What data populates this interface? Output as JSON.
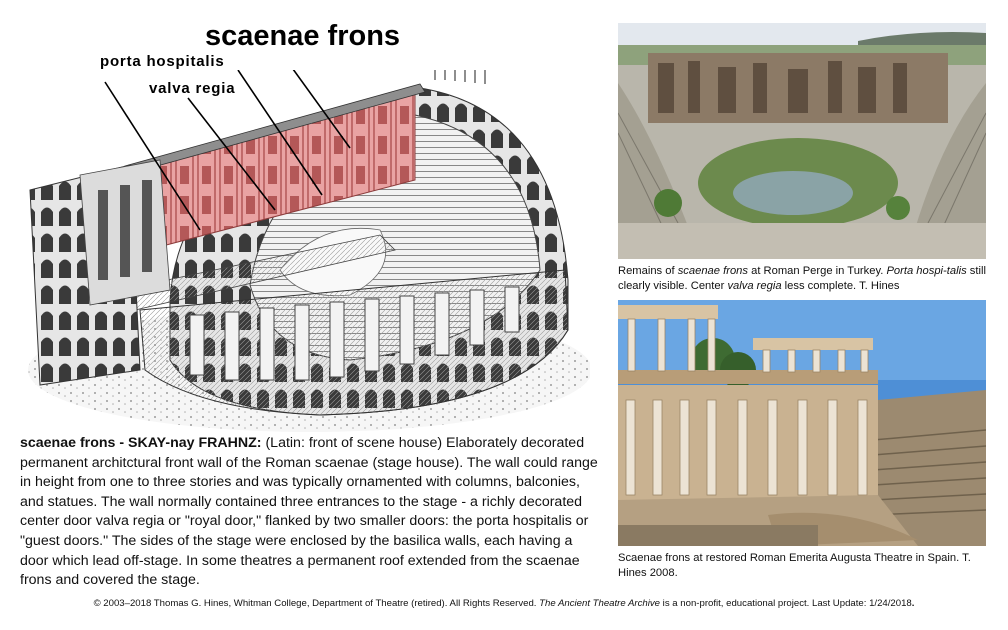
{
  "labels": {
    "main": "scaenae frons",
    "porta": "porta hospitalis",
    "valva": "valva regia"
  },
  "description": {
    "term": "scaenae frons - SKAY-nay FRAHNZ:",
    "body": " (Latin: front of scene house) Elaborately decorated permanent architctural front wall of the Roman scaenae (stage house). The wall could range in height from one to three stories and was typically ornamented with columns, balconies, and statues. The wall normally contained three entrances to the stage - a richly decorated center door valva regia or \"royal door,\" flanked by two smaller doors: the porta hospitalis or \"guest doors.\" The sides of the stage were enclosed by the basilica walls, each having a door which lead off-stage. In some theatres a permanent roof extended from the scaenae frons and covered the stage."
  },
  "captions": {
    "perge": {
      "t1": "Remains of ",
      "i1": "scaenae frons",
      "t2": " at Roman Perge in Turkey. ",
      "i2": "Porta hospi-talis",
      "t3": " still clearly visible. Center ",
      "i3": "valva regia",
      "t4": " less complete. T. Hines"
    },
    "emerita": "Scaenae frons at restored Roman Emerita Augusta Theatre in Spain. T. Hines 2008."
  },
  "footer": {
    "part1": "© 2003–2018 Thomas G. Hines, Whitman College, Department of Theatre (retired). All Rights Reserved. ",
    "italic": "The Ancient Theatre Archive",
    "part2": " is a non-profit, educational project. Last Update: 1/24/2018",
    "end": "."
  }
}
